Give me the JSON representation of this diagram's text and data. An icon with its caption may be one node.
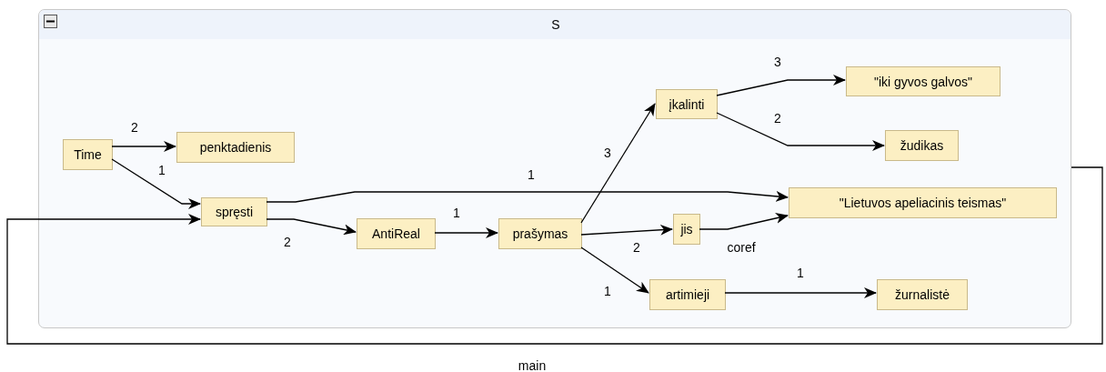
{
  "diagram": {
    "nodes": [
      {
        "text": [
          "S"
        ]
      },
      {
        "text": [
          "Time"
        ],
        "in": 0
      },
      {
        "text": [
          "penktadienis"
        ],
        "in": 0
      },
      {
        "text": [
          "spręsti"
        ],
        "in": 0
      },
      {
        "text": [
          "AntiReal"
        ],
        "in": 0
      },
      {
        "text": [
          "prašymas"
        ],
        "in": 0
      },
      {
        "text": [
          "įkalinti"
        ],
        "in": 0
      },
      {
        "text": [
          "\"iki gyvos galvos\""
        ],
        "in": 0
      },
      {
        "text": [
          "žudikas"
        ],
        "in": 0
      },
      {
        "text": [
          "\"Lietuvos apeliacinis teismas\""
        ],
        "in": 0
      },
      {
        "text": [
          "jis"
        ],
        "in": 0
      },
      {
        "text": [
          "artimieji"
        ],
        "in": 0
      },
      {
        "text": [
          "žurnalistė"
        ],
        "in": 0
      }
    ],
    "edges": [
      {
        "from": 1,
        "to": 2,
        "arrow": "to",
        "label": "2"
      },
      {
        "from": 1,
        "to": 3,
        "arrow": "to",
        "label": "1"
      },
      {
        "from": 3,
        "to": 9,
        "arrow": "to",
        "label": "1"
      },
      {
        "from": 3,
        "to": 4,
        "arrow": "to",
        "label": "2"
      },
      {
        "from": 4,
        "to": 5,
        "arrow": "to",
        "label": "1"
      },
      {
        "from": 5,
        "to": 6,
        "arrow": "to",
        "label": "3"
      },
      {
        "from": 6,
        "to": 7,
        "arrow": "to",
        "label": "3"
      },
      {
        "from": 6,
        "to": 8,
        "arrow": "to",
        "label": "2"
      },
      {
        "from": 5,
        "to": 10,
        "arrow": "to",
        "label": "2"
      },
      {
        "from": 10,
        "to": 9,
        "arrow": "to",
        "label": "coref"
      },
      {
        "from": 5,
        "to": 11,
        "arrow": "to",
        "label": "1"
      },
      {
        "from": 11,
        "to": 12,
        "arrow": "to",
        "label": "1"
      },
      {
        "from": 0,
        "to": 3,
        "arrow": "to",
        "label": "main"
      }
    ]
  }
}
